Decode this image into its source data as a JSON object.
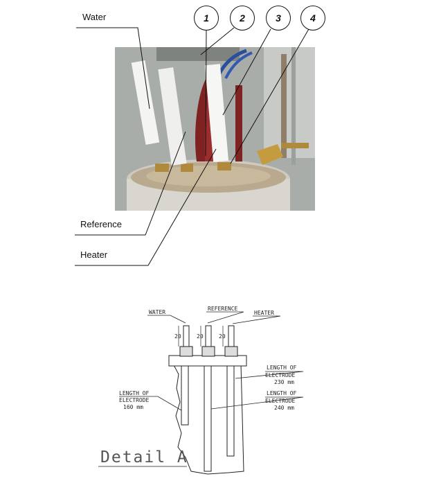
{
  "photo_labels": {
    "water": "Water",
    "reference": "Reference",
    "heater": "Heater"
  },
  "callouts": [
    "1",
    "2",
    "3",
    "4"
  ],
  "drawing": {
    "top_labels": {
      "water": "WATER",
      "reference": "REFERENCE",
      "heater": "HEATER"
    },
    "dimension_20": "20",
    "length_left": {
      "line1": "LENGTH OF",
      "line2": "ELECTRODE",
      "line3": "160 mm"
    },
    "length_right_upper": {
      "line1": "LENGTH OF",
      "line2": "ELECTRODE",
      "line3": "230 mm"
    },
    "length_right_lower": {
      "line1": "LENGTH OF",
      "line2": "ELECTRODE",
      "line3": "240 mm"
    },
    "detail_title": "Detail A"
  }
}
